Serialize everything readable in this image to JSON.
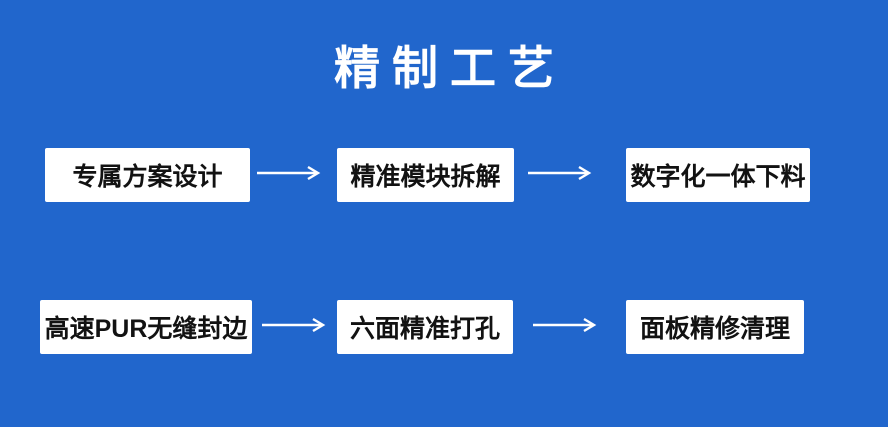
{
  "title": "精制工艺",
  "colors": {
    "background": "#2166cc",
    "box_background": "#ffffff",
    "box_text": "#121212",
    "title_text": "#ffffff",
    "arrow": "#ffffff"
  },
  "flow": {
    "rows": [
      {
        "steps": [
          {
            "label": "专属方案设计"
          },
          {
            "label": "精准模块拆解"
          },
          {
            "label": "数字化一体下料"
          }
        ]
      },
      {
        "steps": [
          {
            "label": "高速PUR无缝封边"
          },
          {
            "label": "六面精准打孔"
          },
          {
            "label": "面板精修清理"
          }
        ]
      }
    ],
    "arrow_icon": "right-arrow"
  }
}
